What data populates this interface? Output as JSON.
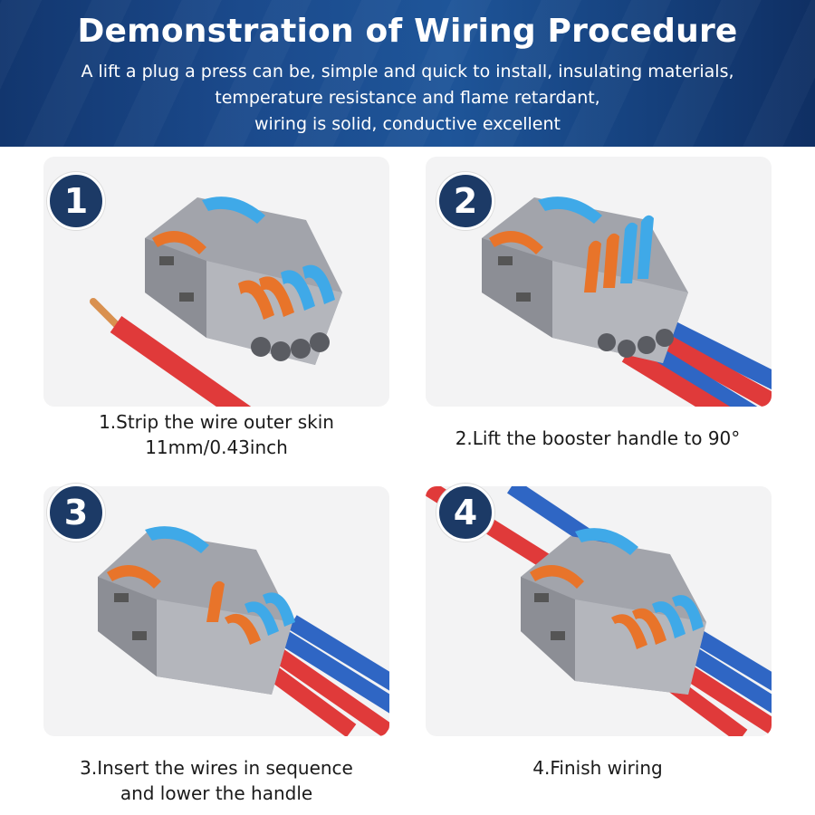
{
  "header": {
    "title": "Demonstration of Wiring Procedure",
    "subtitle_lines": [
      "A lift a plug a press can be, simple and quick to install, insulating materials,",
      "temperature resistance and flame retardant,",
      "wiring is solid, conductive excellent"
    ]
  },
  "steps": [
    {
      "number": "1",
      "caption_lines": [
        "1.Strip the wire outer skin",
        "11mm/0.43inch"
      ]
    },
    {
      "number": "2",
      "caption_lines": [
        "2.Lift the booster handle to 90°"
      ]
    },
    {
      "number": "3",
      "caption_lines": [
        "3.Insert the wires in sequence",
        "and lower the handle"
      ]
    },
    {
      "number": "4",
      "caption_lines": [
        "4.Finish wiring"
      ]
    }
  ],
  "colors": {
    "banner": "#1b4a8c",
    "badge": "#1c3a66",
    "connector_body": "#9a9ca3",
    "lever_orange": "#e8742a",
    "lever_blue": "#3fa9e8",
    "wire_red": "#e03a3a",
    "wire_blue": "#2f66c4",
    "copper": "#d9904f"
  }
}
